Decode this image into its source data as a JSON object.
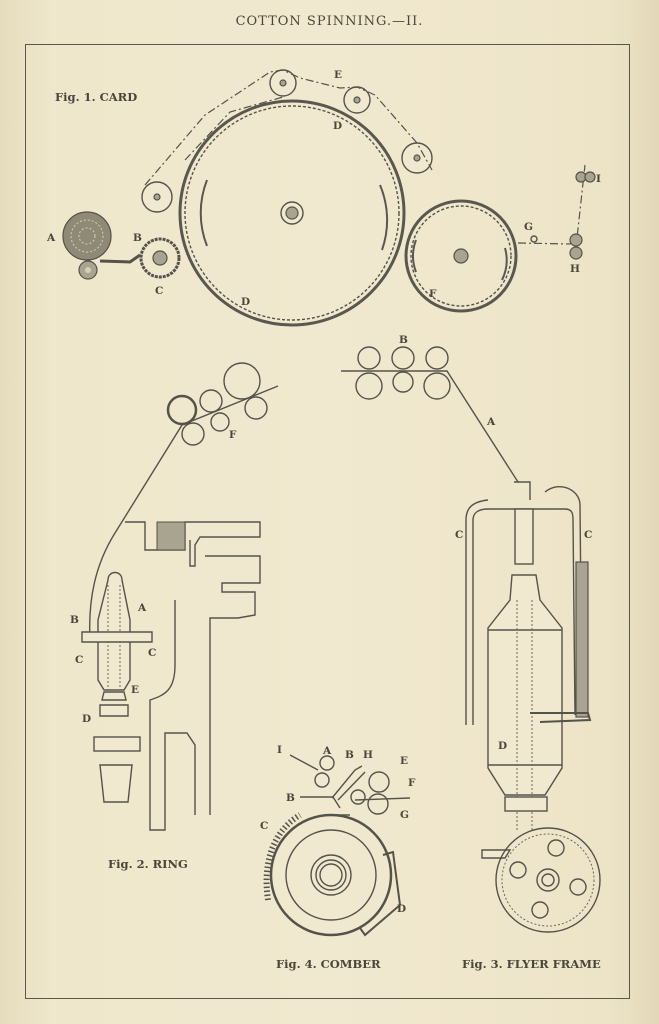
{
  "plate": {
    "title": "COTTON SPINNING.—II.",
    "paper_color": "#efe7cc",
    "ink_color": "#4a4538"
  },
  "figures": [
    {
      "id": "fig1",
      "caption": "Fig. 1. CARD",
      "labels": [
        "A",
        "B",
        "C",
        "D",
        "D",
        "E",
        "F",
        "G",
        "H",
        "I"
      ]
    },
    {
      "id": "fig2",
      "caption": "Fig. 2. RING",
      "labels": [
        "F",
        "A",
        "B",
        "C",
        "C",
        "E",
        "D"
      ]
    },
    {
      "id": "fig3",
      "caption": "Fig. 3. FLYER FRAME",
      "labels": [
        "B",
        "A",
        "C",
        "C",
        "D"
      ]
    },
    {
      "id": "fig4",
      "caption": "Fig. 4. COMBER",
      "labels": [
        "I",
        "A",
        "B",
        "H",
        "E",
        "F",
        "B",
        "G",
        "C",
        "D"
      ]
    }
  ]
}
